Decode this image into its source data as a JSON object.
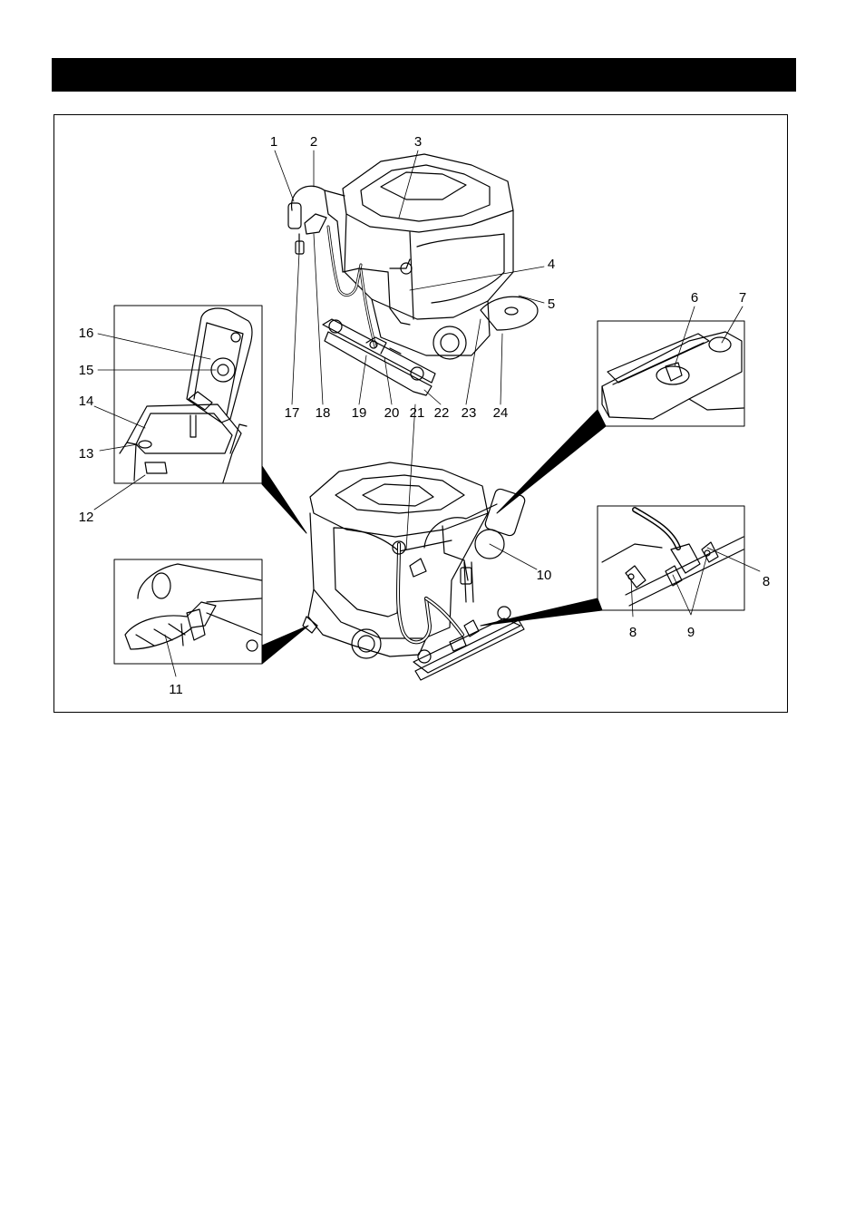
{
  "figure": {
    "callouts": [
      "1",
      "2",
      "3",
      "4",
      "5",
      "6",
      "7",
      "8",
      "8",
      "9",
      "10",
      "11",
      "12",
      "13",
      "14",
      "15",
      "16",
      "17",
      "18",
      "19",
      "20",
      "21",
      "22",
      "23",
      "24"
    ]
  }
}
